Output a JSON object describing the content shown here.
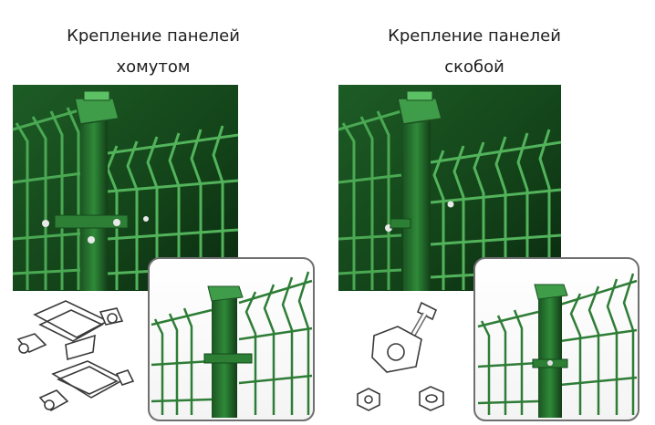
{
  "left_panel": {
    "caption_line1": "Крепление панелей",
    "caption_line2": "хомутом"
  },
  "right_panel": {
    "caption_line1": "Крепление панелей",
    "caption_line2": "скобой"
  },
  "colors": {
    "fence_dark": "#0f3a16",
    "fence_mid": "#2a7a34",
    "fence_light": "#4fae57",
    "line_art": "#3a3a3a"
  }
}
